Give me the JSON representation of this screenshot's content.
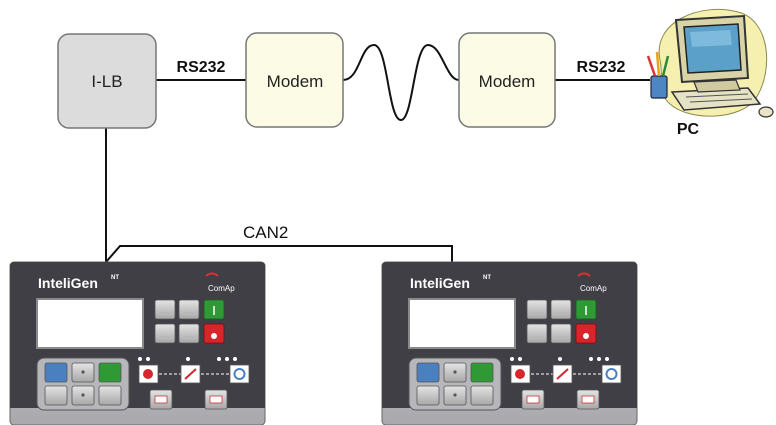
{
  "nodes": {
    "ilb": "I-LB",
    "modem_left": "Modem",
    "modem_right": "Modem",
    "pc": "PC"
  },
  "links": {
    "rs232_left": "RS232",
    "rs232_right": "RS232",
    "can_bus": "CAN2"
  },
  "controllers": [
    {
      "brand": "InteliGen",
      "brand_sup": "NT",
      "maker": "ComAp"
    },
    {
      "brand": "InteliGen",
      "brand_sup": "NT",
      "maker": "ComAp"
    }
  ],
  "colors": {
    "ilb_fill": "#dcdcdc",
    "modem_fill": "#fcfce6",
    "panel_fill": "#3f3f45",
    "screen_fill": "#ffffff",
    "start_button": "#2f9a35",
    "stop_button": "#d8252b"
  }
}
